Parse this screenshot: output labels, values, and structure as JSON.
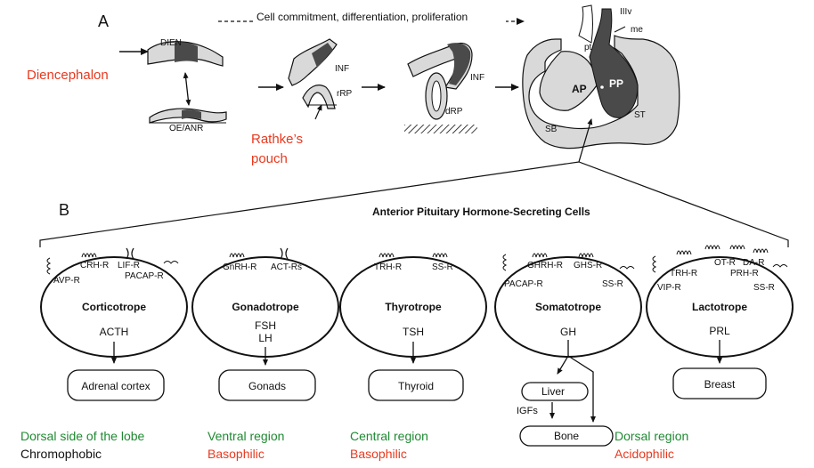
{
  "panel_a": {
    "label": "A",
    "banner": "Cell commitment, differentiation, proliferation",
    "labels": {
      "dien": "DIEN",
      "oe_anr": "OE/ANR",
      "inf1": "INF",
      "rrp": "rRP",
      "inf2": "INF",
      "drp": "dRP",
      "iiiv": "IIIv",
      "me": "me",
      "pt": "pt",
      "ap": "AP",
      "pp": "PP",
      "st": "ST",
      "sb": "SB"
    }
  },
  "panel_b": {
    "label": "B",
    "title": "Anterior Pituitary Hormone-Secreting Cells",
    "cells": [
      {
        "name": "Corticotrope",
        "receptors": [
          "CRH-R",
          "LIF-R",
          "AVP-R",
          "PACAP-R"
        ],
        "hormone": "ACTH",
        "target": "Adrenal cortex"
      },
      {
        "name": "Gonadotrope",
        "receptors": [
          "GnRH-R",
          "ACT-Rs"
        ],
        "hormone": "FSH\nLH",
        "target": "Gonads"
      },
      {
        "name": "Thyrotrope",
        "receptors": [
          "TRH-R",
          "SS-R"
        ],
        "hormone": "TSH",
        "target": "Thyroid"
      },
      {
        "name": "Somatotrope",
        "receptors": [
          "GHRH-R",
          "GHS-R",
          "PACAP-R",
          "SS-R"
        ],
        "hormone": "GH",
        "target": "Liver",
        "mediator": "IGFs",
        "target2": "Bone"
      },
      {
        "name": "Lactotrope",
        "receptors": [
          "TRH-R",
          "OT-R",
          "DA-R",
          "PRH-R",
          "VIP-R",
          "SS-R"
        ],
        "hormone": "PRL",
        "target": "Breast"
      }
    ]
  },
  "annotations": {
    "diencephalon": "Diencephalon",
    "rathkes": "Rathke’s\npouch",
    "c1_region": "Dorsal side of the lobe",
    "c1_stain": "Chromophobic",
    "c2_region": "Ventral region",
    "c2_stain": "Basophilic",
    "c3_region": "Central region",
    "c3_stain": "Basophilic",
    "c4_region": "Dorsal region",
    "c4_stain": "Acidophilic"
  },
  "colors": {
    "red_annotation": "#e8391f",
    "green_annotation": "#1f8a32",
    "drawing": "#111111",
    "tissue_fill": "#d9d9d9",
    "dark_tissue": "#4a4a4a"
  }
}
